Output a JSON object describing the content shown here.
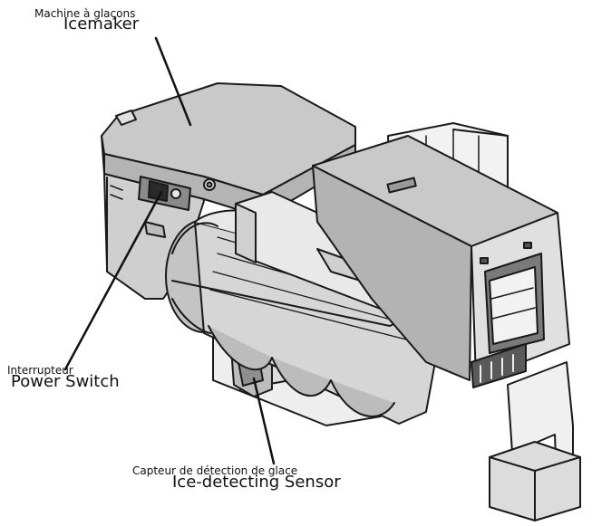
{
  "labels": {
    "icemaker_fr": "Machine à glaçons",
    "icemaker_en": "Icemaker",
    "power_switch_fr": "Interrupteur",
    "power_switch_en": "Power Switch",
    "ice_sensor_fr": "Capteur de détection de glace",
    "ice_sensor_en": "Ice-detecting Sensor"
  },
  "colors": {
    "outline": "#1a1a1a",
    "body_light": "#f0f0f0",
    "body_mid": "#cfcfcf",
    "body_dark": "#9a9a9a",
    "shadow": "#6a6a6a"
  }
}
